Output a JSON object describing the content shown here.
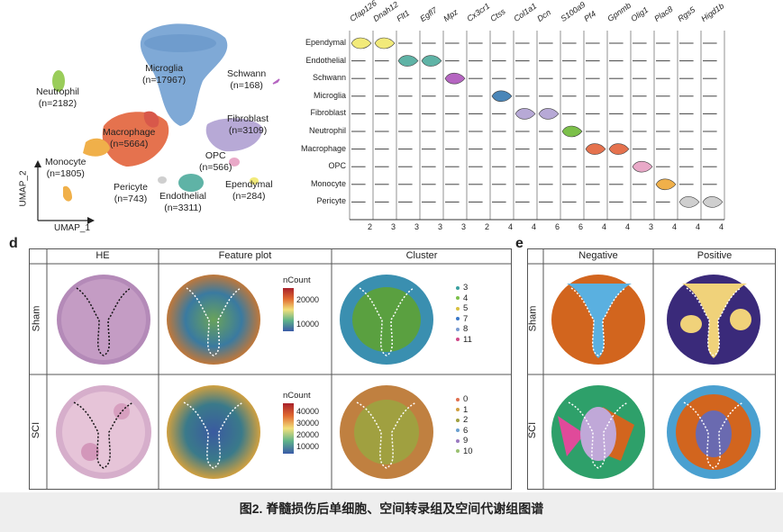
{
  "umap": {
    "axis_x": "UMAP_1",
    "axis_y": "UMAP_2",
    "clusters": [
      {
        "name": "Microglia",
        "n": "(n=17967)",
        "color": "#7fa9d6"
      },
      {
        "name": "Neutrophil",
        "n": "(n=2182)",
        "color": "#9acd5a"
      },
      {
        "name": "Macrophage",
        "n": "(n=5664)",
        "color": "#e5724e"
      },
      {
        "name": "Monocyte",
        "n": "(n=1805)",
        "color": "#f0b04a"
      },
      {
        "name": "Pericyte",
        "n": "(n=743)",
        "color": "#cfcfcf"
      },
      {
        "name": "Endothelial",
        "n": "(n=3311)",
        "color": "#5fb3a6"
      },
      {
        "name": "OPC",
        "n": "(n=566)",
        "color": "#e9a9c8"
      },
      {
        "name": "Fibroblast",
        "n": "(n=3109)",
        "color": "#b7a9d6"
      },
      {
        "name": "Schwann",
        "n": "(n=168)",
        "color": "#b565c1"
      },
      {
        "name": "Ependymal",
        "n": "(n=284)",
        "color": "#f2ea7a"
      }
    ]
  },
  "violin": {
    "genes": [
      "Cfap126",
      "Dnah12",
      "Flt1",
      "Egfl7",
      "Mpz",
      "Cx3cr1",
      "Ctss",
      "Col1a1",
      "Dcn",
      "S100a9",
      "Pf4",
      "Gpnmb",
      "Olig1",
      "Plac8",
      "Rgs5",
      "Higd1b"
    ],
    "rows": [
      "Ependymal",
      "Endothelial",
      "Schwann",
      "Microglia",
      "Fibroblast",
      "Neutrophil",
      "Macrophage",
      "OPC",
      "Monocyte",
      "Pericyte"
    ],
    "row_colors": [
      "#f2ea7a",
      "#5fb3a6",
      "#b565c1",
      "#4a86b8",
      "#b7a9d6",
      "#7cc04a",
      "#e5724e",
      "#e9a9c8",
      "#f0b04a",
      "#cfcfcf"
    ],
    "xticks": [
      "2",
      "3",
      "3",
      "3",
      "3",
      "2",
      "4",
      "4",
      "6",
      "6",
      "4",
      "4",
      "3",
      "4",
      "4",
      "4"
    ]
  },
  "panel_d": {
    "letter": "d",
    "headers": [
      "HE",
      "Feature plot",
      "Cluster"
    ],
    "rows": [
      "Sham",
      "SCI"
    ],
    "legend_sham": {
      "title": "nCount",
      "ticks": [
        "20000",
        "10000"
      ]
    },
    "legend_sci": {
      "title": "nCount",
      "ticks": [
        "40000",
        "30000",
        "20000",
        "10000"
      ]
    },
    "clusters_sham": [
      {
        "label": "3",
        "color": "#3aa0a0"
      },
      {
        "label": "4",
        "color": "#7cc04a"
      },
      {
        "label": "5",
        "color": "#d8c040"
      },
      {
        "label": "7",
        "color": "#3a78c8"
      },
      {
        "label": "8",
        "color": "#7a9ad0"
      },
      {
        "label": "11",
        "color": "#d04a8a"
      }
    ],
    "clusters_sci": [
      {
        "label": "0",
        "color": "#e07050"
      },
      {
        "label": "1",
        "color": "#d0a040"
      },
      {
        "label": "2",
        "color": "#a0a040"
      },
      {
        "label": "6",
        "color": "#6aa0d0"
      },
      {
        "label": "9",
        "color": "#9a7ac0"
      },
      {
        "label": "10",
        "color": "#9ac070"
      }
    ]
  },
  "panel_e": {
    "letter": "e",
    "headers": [
      "Negative",
      "Positive"
    ],
    "rows": [
      "Sham",
      "SCI"
    ]
  },
  "caption": "图2. 脊髓损伤后单细胞、空间转录组及空间代谢组图谱"
}
